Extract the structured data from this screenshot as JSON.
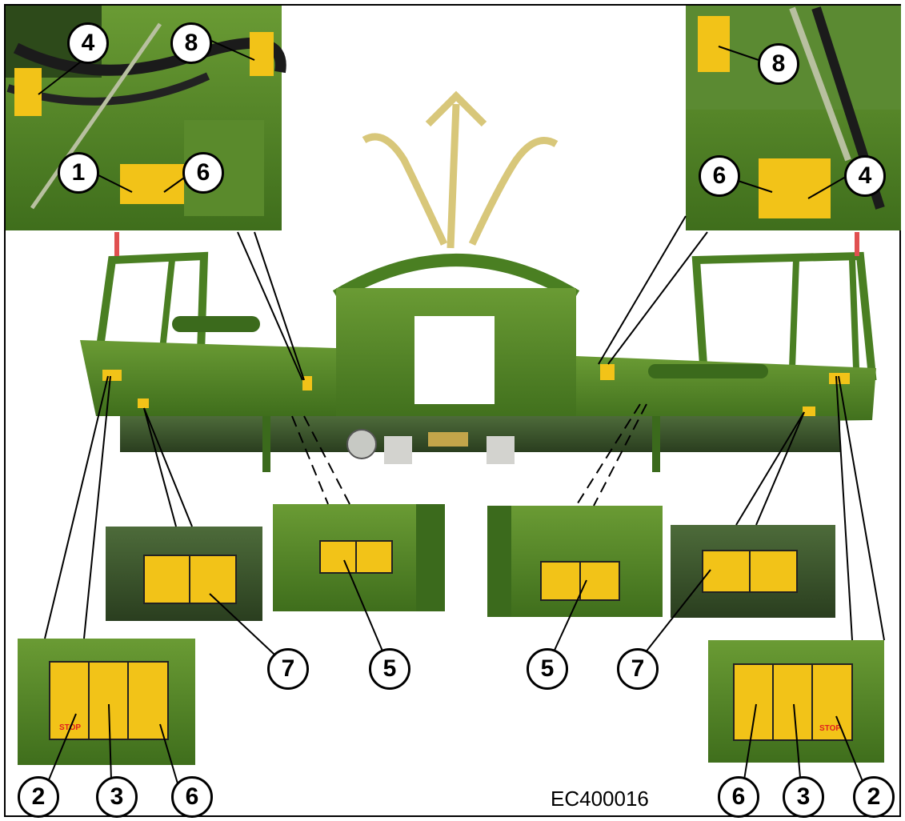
{
  "figure_code": "EC400016",
  "decal_texts": {
    "stop": "STOP"
  },
  "photos": {
    "detail_top_left": "green machine frame with hoses and safety decals 1, 4, 6, 8",
    "detail_top_right": "green machine frame with hoses and safety decals 4, 6, 8",
    "main_machine": "Krone EasyCollect header, rear view",
    "detail_7_left": "pictogram decal 7 on left side",
    "detail_5_left": "pictogram decal 5 on left joint",
    "detail_5_right": "pictogram decal 5 on right joint",
    "detail_7_right": "pictogram decal 7 on right side",
    "detail_bottom_left": "decals 2, 3, 6 on left side panel",
    "detail_bottom_right": "decals 6, 3, 2 on right side panel"
  },
  "callouts": {
    "tl_4": "4",
    "tl_8": "8",
    "tl_1": "1",
    "tl_6": "6",
    "tr_8": "8",
    "tr_6": "6",
    "tr_4": "4",
    "l_7": "7",
    "l_5": "5",
    "r_5": "5",
    "r_7": "7",
    "bl_2": "2",
    "bl_3": "3",
    "bl_6": "6",
    "br_6": "6",
    "br_3": "3",
    "br_2": "2"
  },
  "colors": {
    "machine_green": "#4a7f22",
    "dark_green": "#2f5a17",
    "decal_yellow": "#f2c318",
    "hose_tan": "#d8c77a",
    "line": "#000000"
  }
}
